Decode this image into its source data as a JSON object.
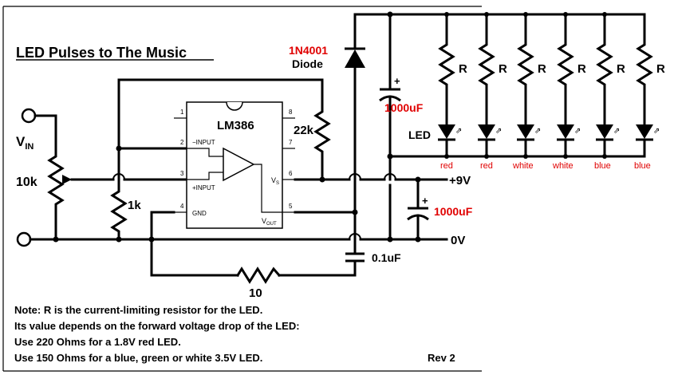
{
  "title": "LED Pulses to The Music",
  "chip": {
    "name": "LM386",
    "pins": [
      "1",
      "8",
      "2",
      "7",
      "3",
      "6",
      "4",
      "5"
    ],
    "minus_input": "−INPUT",
    "plus_input": "+INPUT",
    "gnd": "GND",
    "vs": "V",
    "vs_sub": "S",
    "vout": "V",
    "vout_sub": "OUT"
  },
  "vin": "V",
  "vin_sub": "IN",
  "pot": "10k",
  "r1k": "1k",
  "r22k": "22k",
  "r10": "10",
  "diode_part": "1N4001",
  "diode_label": "Diode",
  "cap_top": "1000uF",
  "cap_right": "1000uF",
  "cap_01": "0.1uF",
  "cap_plus": "+",
  "led_label": "LED",
  "resistor_label": "R",
  "led_colors": [
    "red",
    "red",
    "white",
    "white",
    "blue",
    "blue"
  ],
  "v9": "+9V",
  "v0": "0V",
  "notes": [
    "Note: R is the current-limiting resistor for the LED.",
    "Its value depends on the forward voltage drop of the LED:",
    "Use 220 Ohms for a 1.8V red LED.",
    "Use 150 Ohms for a blue, green or white 3.5V LED."
  ],
  "rev": "Rev 2",
  "colors": {
    "red_text": "#e00000",
    "wire": "#000000"
  },
  "icons": [
    "diode-icon",
    "led-icon",
    "resistor-icon",
    "capacitor-icon",
    "op-amp-icon",
    "potentiometer-icon"
  ]
}
